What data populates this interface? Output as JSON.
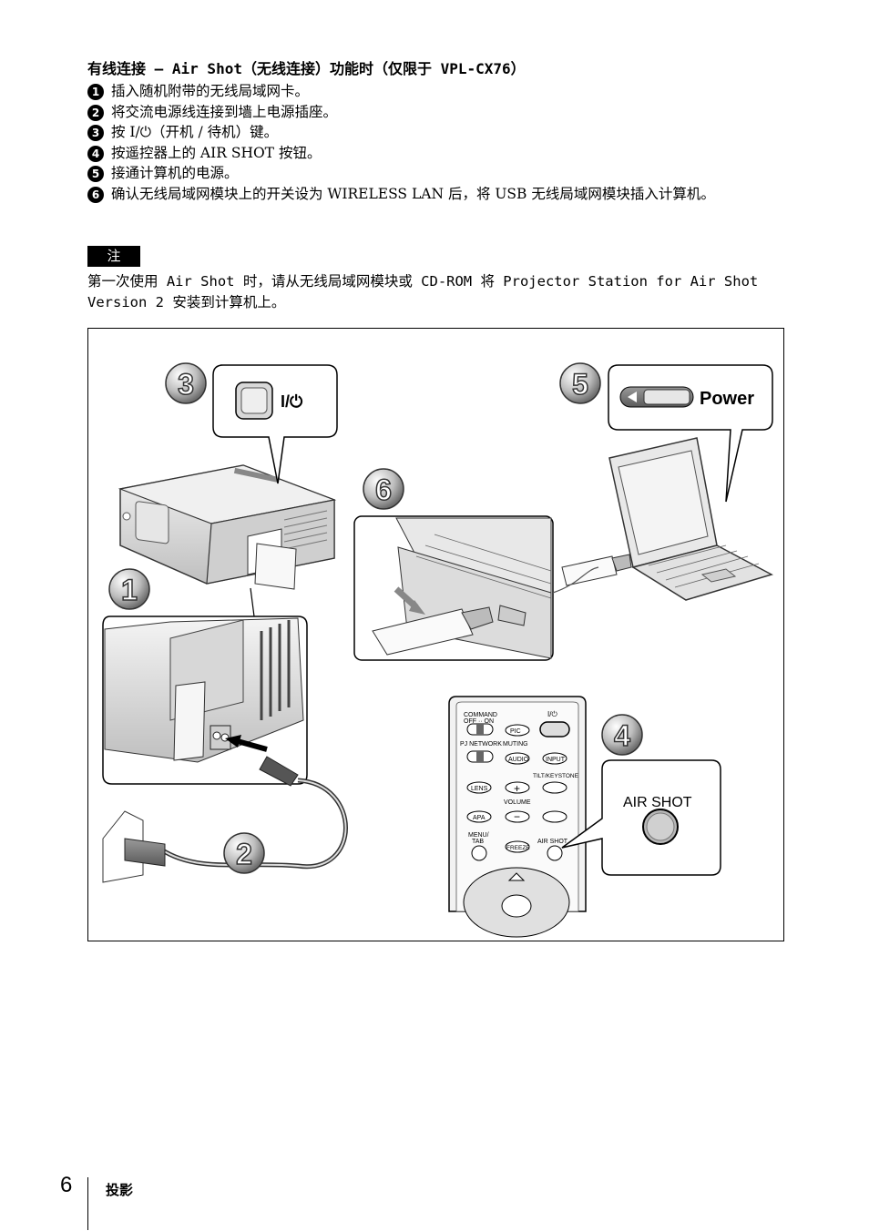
{
  "heading": "有线连接 — Air Shot（无线连接）功能时（仅限于 VPL-CX76）",
  "steps": [
    {
      "num": "1",
      "text": "插入随机附带的无线局域网卡。"
    },
    {
      "num": "2",
      "text": "将交流电源线连接到墙上电源插座。"
    },
    {
      "num": "3",
      "text": "按 I/⏻（开机 / 待机）键。"
    },
    {
      "num": "4",
      "text": "按遥控器上的 AIR SHOT 按钮。"
    },
    {
      "num": "5",
      "text": "接通计算机的电源。"
    },
    {
      "num": "6",
      "text": "确认无线局域网模块上的开关设为 WIRELESS LAN 后，将 USB 无线局域网模块插入计算机。"
    }
  ],
  "note": {
    "label": "注",
    "text": "第一次使用 Air Shot 时，请从无线局域网模块或 CD-ROM 将 Projector Station for Air Shot Version 2 安装到计算机上。"
  },
  "figure": {
    "callouts": [
      "1",
      "2",
      "3",
      "4",
      "5",
      "6"
    ],
    "power_key_label": "I/⏻",
    "power_label": "Power",
    "air_shot_label": "AIR SHOT",
    "remote_labels": {
      "command": "COMMAND",
      "off_on": "OFF ·· ON",
      "power": "I/⏻",
      "pic": "PIC",
      "pj_network": "PJ NETWORK",
      "muting": "MUTING",
      "audio": "AUDIO",
      "input": "INPUT",
      "tilt_keystone": "TILT/KEYSTONE",
      "lens": "LENS",
      "plus": "+",
      "volume": "VOLUME",
      "apa": "APA",
      "minus": "−",
      "menu": "MENU/",
      "tab": "TAB",
      "freeze": "FREEZE",
      "air_shot": "AIR SHOT"
    }
  },
  "footer": {
    "page_number": "6",
    "section": "投影"
  }
}
